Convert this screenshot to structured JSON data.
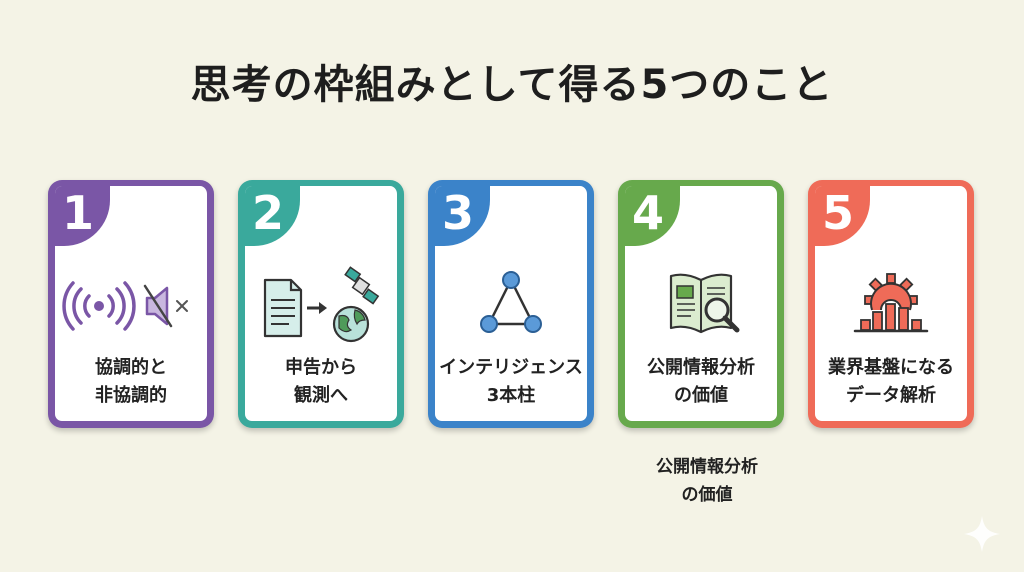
{
  "title": "思考の枠組みとして得る5つのこと",
  "cards": [
    {
      "number": "1",
      "line1": "協調的と",
      "line2": "非協調的",
      "color": "#7a56a6",
      "icons": [
        "broadcast-signal-icon",
        "muted-speaker-icon"
      ]
    },
    {
      "number": "2",
      "line1": "申告から",
      "line2": "観測へ",
      "color": "#3aa99c",
      "icons": [
        "document-icon",
        "arrow-right-icon",
        "satellite-icon",
        "globe-icon"
      ]
    },
    {
      "number": "3",
      "line1": "インテリジェンス",
      "line2": "3本柱",
      "color": "#3b83c9",
      "icons": [
        "triangle-network-icon"
      ]
    },
    {
      "number": "4",
      "line1": "公開情報分析",
      "line2": "の価値",
      "color": "#67a94c",
      "icons": [
        "newspaper-magnifier-icon"
      ]
    },
    {
      "number": "5",
      "line1": "業界基盤になる",
      "line2": "データ解析",
      "color": "#ef6b58",
      "icons": [
        "gear-bar-chart-icon"
      ]
    }
  ],
  "caption": {
    "line1": "公開情報分析",
    "line2": "の価値"
  }
}
